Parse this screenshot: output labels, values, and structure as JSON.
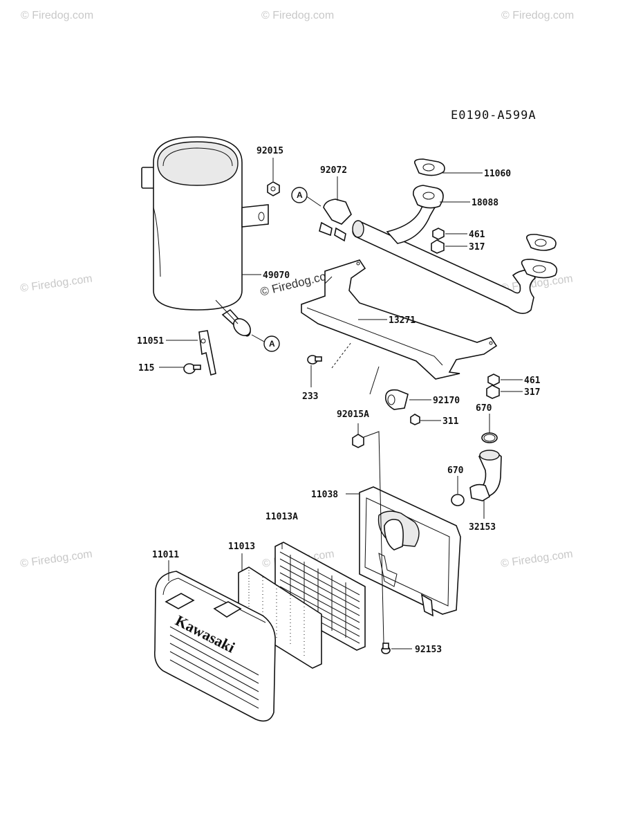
{
  "diagram_code": "E0190-A599A",
  "watermark": {
    "text": "© Firedog.com",
    "center_text": "© Firedog.com"
  },
  "callouts": {
    "a1": "A",
    "a2": "A"
  },
  "brand_on_cover": "Kawasaki",
  "parts": {
    "p92015": "92015",
    "p92072": "92072",
    "p11060": "11060",
    "p18088": "18088",
    "p461a": "461",
    "p317a": "317",
    "p49070": "49070",
    "p13271": "13271",
    "p11051": "11051",
    "p115": "115",
    "p233": "233",
    "p461b": "461",
    "p317b": "317",
    "p92170": "92170",
    "p670a": "670",
    "p92015A": "92015A",
    "p311": "311",
    "p670b": "670",
    "p11038": "11038",
    "p32153": "32153",
    "p11013A": "11013A",
    "p11013": "11013",
    "p11011": "11011",
    "p92153": "92153"
  }
}
